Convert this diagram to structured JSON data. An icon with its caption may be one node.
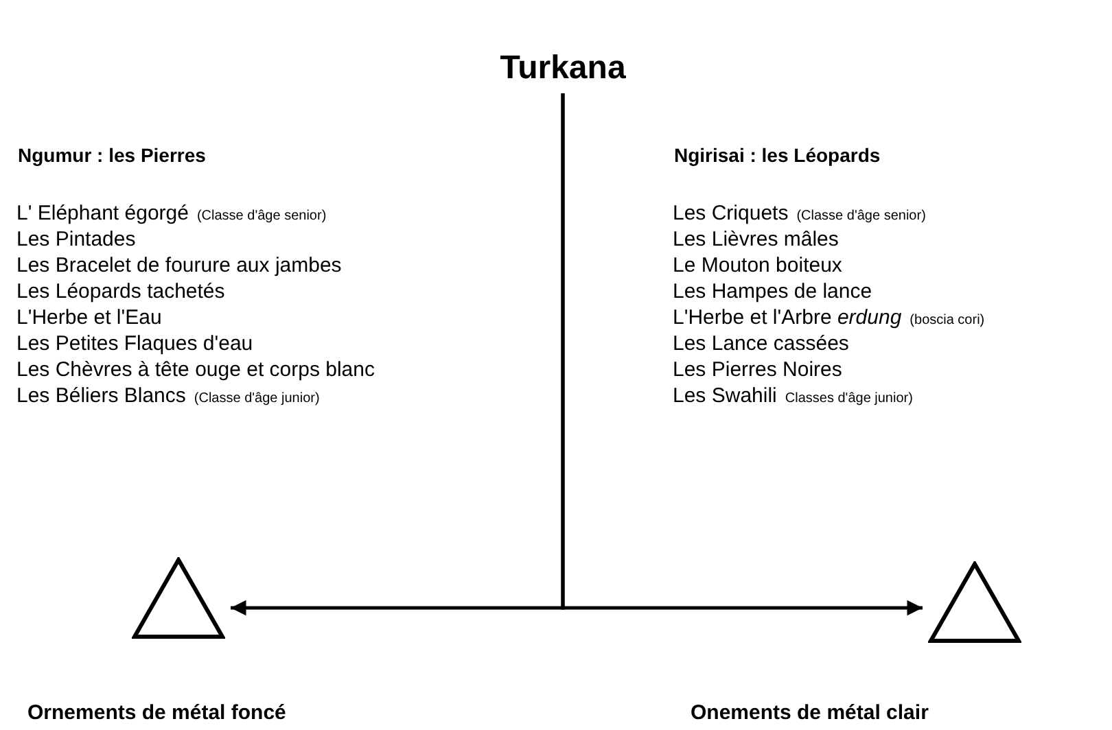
{
  "diagram": {
    "nodes": [
      {
        "text": [
          "Turkana"
        ]
      },
      {
        "text": [],
        "shape": "triangle",
        "beside": [
          "Ornements de métal foncé"
        ]
      },
      {
        "text": [],
        "shape": "triangle",
        "beside": [
          "Onements de métal clair"
        ]
      }
    ],
    "edges": [
      {
        "from": 0,
        "to": 1,
        "arrow": "to"
      },
      {
        "from": 0,
        "to": 2,
        "arrow": "to"
      }
    ],
    "labels": [
      "Ngumur : les Pierres",
      "L' Eléphant égorgé",
      "(Classe d'âge senior)",
      "Les Pintades",
      "Les Bracelet de fourure aux jambes",
      "Les Léopards tachetés",
      "L'Herbe et l'Eau",
      "Les Petites Flaques d'eau",
      "Les Chèvres à tête ouge et corps blanc",
      "Les Béliers Blancs",
      "(Classe d'âge junior)",
      "Ngirisai : les Léopards",
      "Les Criquets",
      "(Classe d'âge senior)",
      "Les Lièvres mâles",
      "Le Mouton boiteux",
      "Les Hampes de lance",
      "L'Herbe et l'Arbre *erdung*",
      "(boscia cori)",
      "Les Lance cassées",
      "Les Pierres Noires",
      "Les Swahili",
      "Classes d'âge junior)"
    ]
  }
}
